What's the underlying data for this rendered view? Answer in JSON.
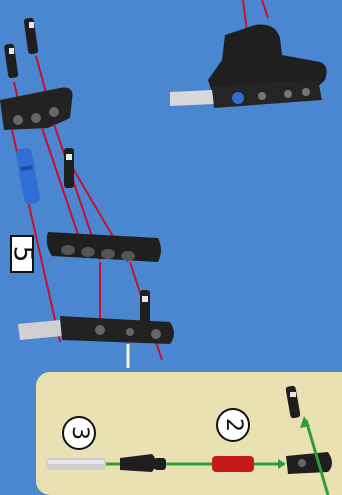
{
  "step": {
    "number": "5"
  },
  "callout": {
    "sub_steps": [
      {
        "label": "3"
      },
      {
        "label": "2"
      }
    ]
  },
  "colors": {
    "background": "#4b87d0",
    "callout": "#e9e1b2",
    "arrow_red": "#c8102e",
    "arrow_green": "#2e9e3a",
    "beam": "#1e1e1e",
    "axle_pin_blue": "#2f6fd6",
    "connector_red": "#c41a1a",
    "axle_gray": "#c9c9c9"
  }
}
